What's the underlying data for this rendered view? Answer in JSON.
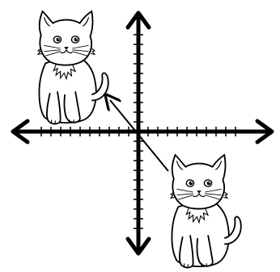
{
  "diagram": {
    "description_free": true,
    "kind": "translation-on-coordinate-plane",
    "grid": {
      "x_ticks_each_side": 10,
      "y_ticks_each_side": 10
    },
    "figure": {
      "icon": "kitten-icon",
      "original_quadrant": "IV",
      "image_quadrant": "II"
    },
    "colors": {
      "ink": "#000000",
      "paper": "#ffffff"
    }
  }
}
